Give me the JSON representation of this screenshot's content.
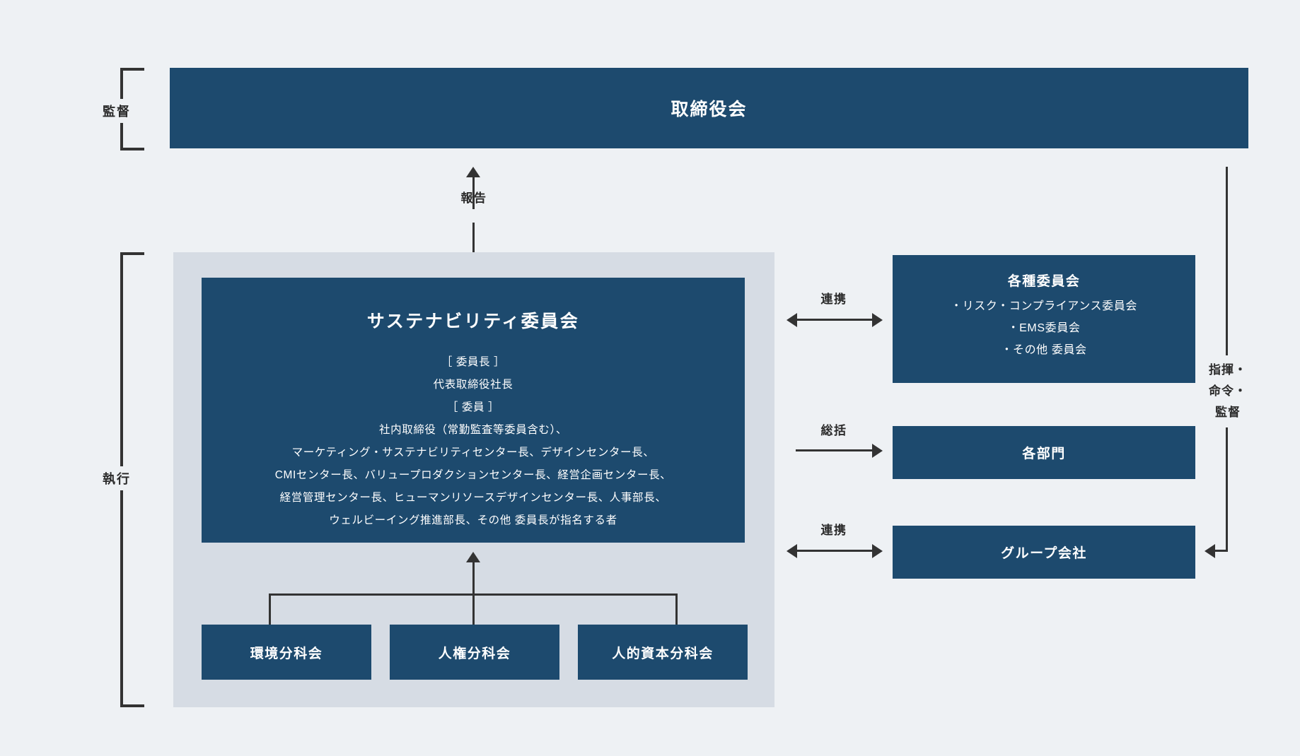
{
  "colors": {
    "background": "#eef1f4",
    "navy": "#1d4a6e",
    "panel": "#d6dce4",
    "line": "#333333",
    "text_dark": "#2b2b2b",
    "text_light": "#ffffff"
  },
  "brackets": {
    "supervise_label": "監督",
    "execute_label": "執行"
  },
  "board": {
    "title": "取締役会"
  },
  "report": {
    "label": "報告"
  },
  "sustainability": {
    "title": "サステナビリティ委員会",
    "chair_heading": "［ 委員長 ］",
    "chair_name": "代表取締役社長",
    "member_heading": "［ 委員 ］",
    "member_lines": [
      "社内取締役（常勤監査等委員含む）、",
      "マーケティング・サステナビリティセンター長、デザインセンター長、",
      "CMIセンター長、バリュープロダクションセンター長、経営企画センター長、",
      "経営管理センター長、ヒューマンリソースデザインセンター長、人事部長、",
      "ウェルビーイング推進部長、その他 委員長が指名する者"
    ]
  },
  "subcommittees": [
    {
      "label": "環境分科会"
    },
    {
      "label": "人権分科会"
    },
    {
      "label": "人的資本分科会"
    }
  ],
  "committees": {
    "title": "各種委員会",
    "bullets": [
      "・リスク・コンプライアンス委員会",
      "・EMS委員会",
      "・その他  委員会"
    ]
  },
  "divisions": {
    "title": "各部門"
  },
  "group": {
    "title": "グループ会社"
  },
  "links": {
    "committees_link": "連携",
    "divisions_link": "総括",
    "group_link": "連携"
  },
  "command": {
    "lines": [
      "指揮・",
      "命令・",
      "監督"
    ]
  }
}
